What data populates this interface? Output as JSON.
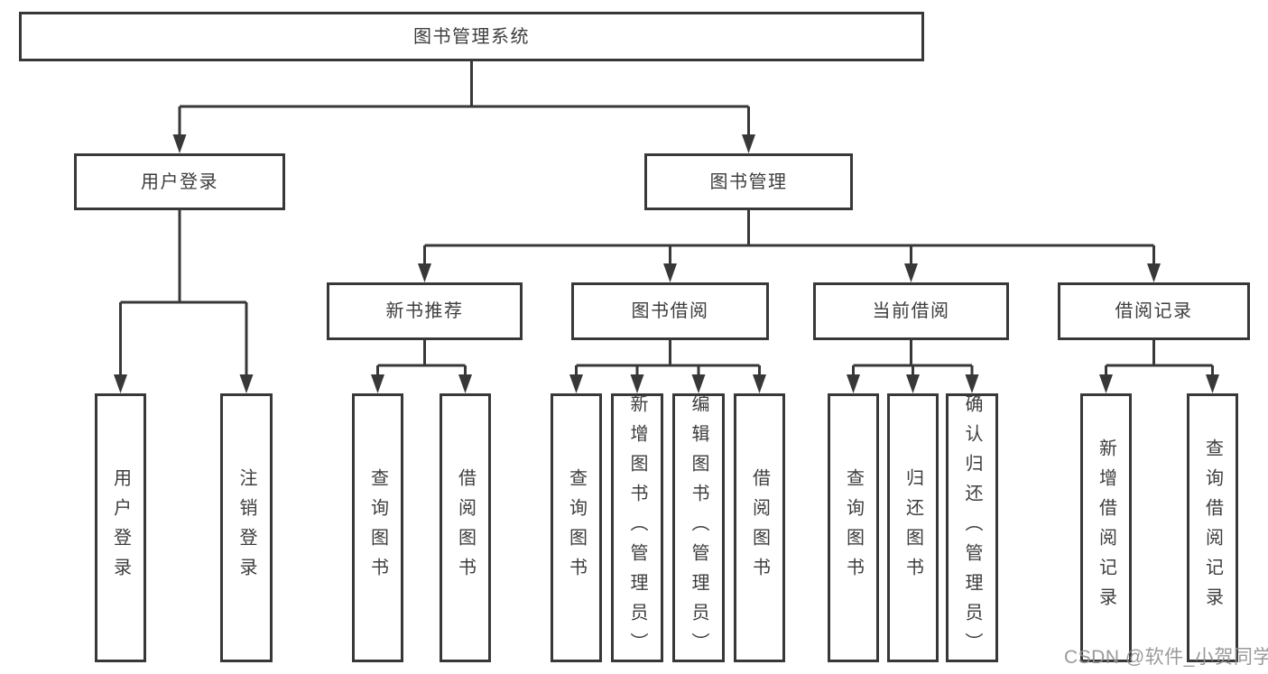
{
  "diagram_title": "图书管理系统",
  "colors": {
    "line": "#383838",
    "box_border": "#383838",
    "box_background": "#ffffff",
    "text": "#3d3d3d",
    "watermark": "#919191"
  },
  "nodes": {
    "root": "图书管理系统",
    "level2": {
      "user_login": "用户登录",
      "book_mgmt": "图书管理"
    },
    "level3": {
      "new_book_rec": "新书推荐",
      "book_borrow": "图书借阅",
      "current_borrow": "当前借阅",
      "borrow_record": "借阅记录"
    },
    "leaves": {
      "user_login": "用户登录",
      "logout": "注销登录",
      "rec_query_book": "查询图书",
      "rec_borrow_book": "借阅图书",
      "bor_query_book": "查询图书",
      "bor_add_book": "新增图书（管理员）",
      "bor_edit_book": "编辑图书（管理员）",
      "bor_borrow_book": "借阅图书",
      "cur_query_book": "查询图书",
      "cur_return_book": "归还图书",
      "cur_confirm_return": "确认归还（管理员）",
      "log_add_record": "新增借阅记录",
      "log_query_record": "查询借阅记录"
    }
  },
  "watermark": "CSDN @软件_小贺同学"
}
